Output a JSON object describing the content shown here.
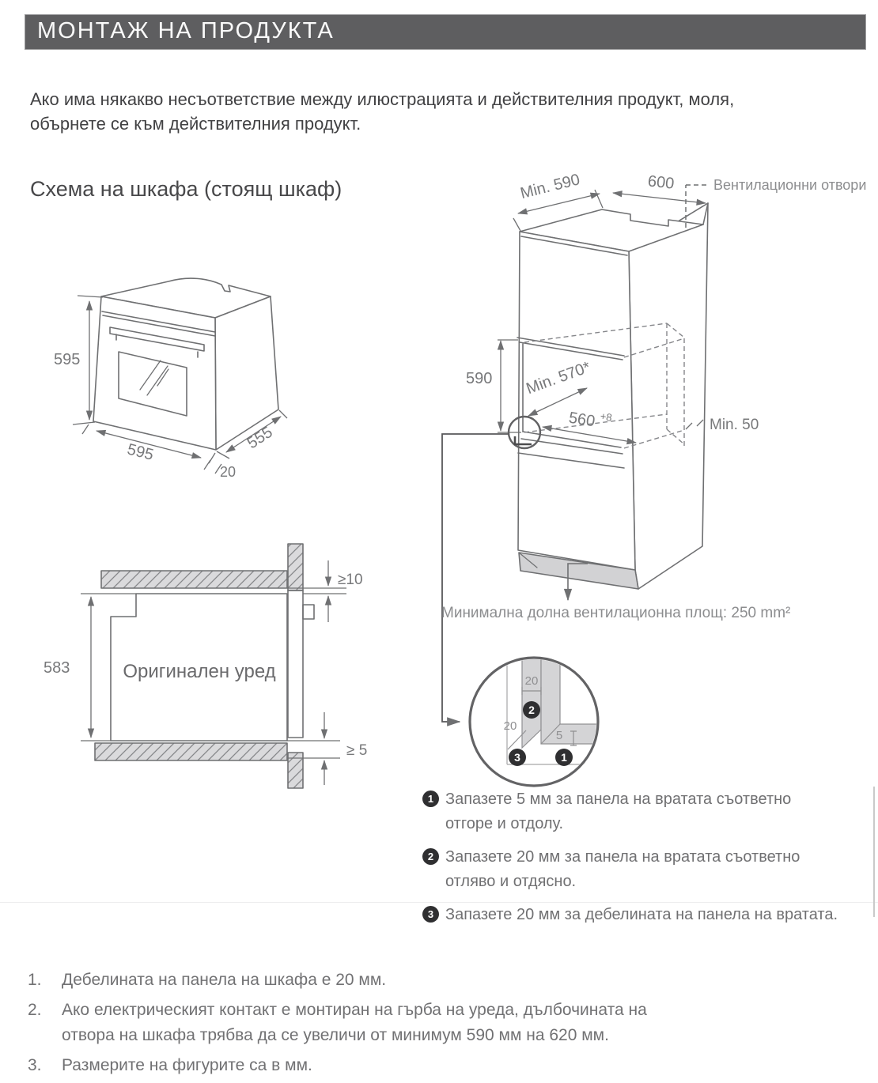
{
  "header": {
    "title": "МОНТАЖ НА ПРОДУКТА"
  },
  "intro": {
    "lines": [
      "Ако има някакво несъответствие между илюстрацията и действителния продукт, моля,",
      "обърнете се към действителния продукт."
    ]
  },
  "section": {
    "heading": "Схема на шкафа (стоящ шкаф)"
  },
  "oven": {
    "labels": {
      "height": "595",
      "width": "595",
      "depth": "555",
      "door_offset": "20"
    }
  },
  "cabinet": {
    "labels": {
      "top_depth": "Min. 590",
      "top_width": "600",
      "vent_openings": "Вентилационни отвори",
      "niche_height": "590",
      "niche_depth": "Min. 570*",
      "niche_width": "560",
      "niche_width_tolerance": "+8",
      "rear_gap": "Min. 50",
      "vent_caption": "Минимална долна вентилационна площ: 250 mm²"
    }
  },
  "cross_section": {
    "labels": {
      "height": "583",
      "appliance": "Оригинален уред",
      "top_clearance": "≥10",
      "bottom_clearance": "≥ 5"
    }
  },
  "detail": {
    "labels": {
      "side_panel_width": "20",
      "left_gap": "20",
      "door_gap": "5"
    },
    "badges": {
      "b1": "1",
      "b2": "2",
      "b3": "3"
    }
  },
  "notes": [
    {
      "num": "1",
      "lines": [
        "Запазете 5 мм за панела на вратата съответно",
        "отгоре и отдолу."
      ]
    },
    {
      "num": "2",
      "lines": [
        "Запазете 20 мм за панела на вратата съответно",
        "отляво и отдясно."
      ]
    },
    {
      "num": "3",
      "lines": [
        "Запазете 20 мм за дебелината на панела на вратата."
      ]
    }
  ],
  "footnotes": [
    {
      "num": "1.",
      "lines": [
        "Дебелината на панела на шкафа е 20 мм."
      ]
    },
    {
      "num": "2.",
      "lines": [
        "Ако електрическият контакт е монтиран на гърба на уреда, дълбочината на",
        "отвора на шкафа трябва да се увеличи от минимум 590 мм на 620 мм."
      ]
    },
    {
      "num": "3.",
      "lines": [
        "Размерите на фигурите са в мм."
      ]
    }
  ],
  "colors": {
    "header_bg": "#5e5e60",
    "diagram_line": "#6f7072",
    "dim_text": "#77787a",
    "panel_fill": "#d4d4d6",
    "badge_bg": "#2f2f31"
  }
}
